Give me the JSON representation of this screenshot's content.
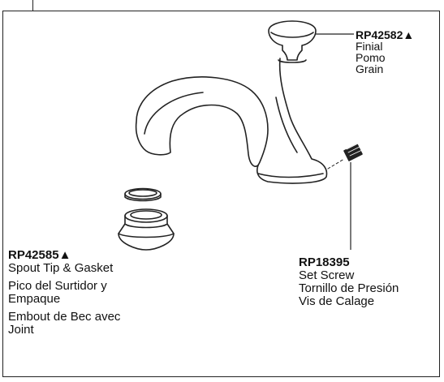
{
  "parts": [
    {
      "part_number": "RP42582",
      "marker": "▲",
      "descriptions": [
        "Finial",
        "Pomo",
        "Grain"
      ]
    },
    {
      "part_number": "RP42585",
      "marker": "▲",
      "descriptions": [
        "Spout Tip & Gasket",
        "Pico del Surtidor y",
        "Empaque",
        "Embout de Bec avec",
        "Joint"
      ]
    },
    {
      "part_number": "RP18395",
      "marker": "",
      "descriptions": [
        "Set Screw",
        "Tornillo de Presión",
        "Vis de Calage"
      ]
    }
  ],
  "icons": [
    "faucet-spout",
    "finial-knob",
    "spout-tip",
    "gasket-ring",
    "set-screw"
  ],
  "colors": {
    "line": "#222222",
    "background": "#ffffff"
  }
}
